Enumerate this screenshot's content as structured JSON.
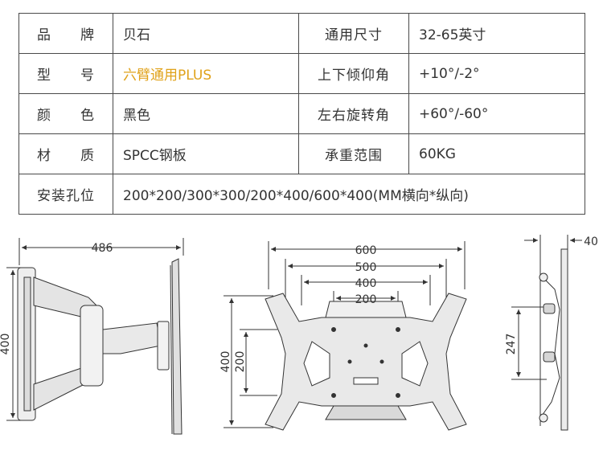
{
  "specs": [
    {
      "label": "品 牌",
      "value": "贝石",
      "label2": "通用尺寸",
      "value2": "32-65英寸"
    },
    {
      "label": "型 号",
      "value": "六臂通用PLUS",
      "label2": "上下倾仰角",
      "value2": "+10°/-2°"
    },
    {
      "label": "颜 色",
      "value": "黑色",
      "label2": "左右旋转角",
      "value2": "+60°/-60°"
    },
    {
      "label": "材 质",
      "value": "SPCC钢板",
      "label2": "承重范围",
      "value2": "60KG"
    },
    {
      "label": "安装孔位",
      "value": "200*200/300*300/200*400/600*400(MM横向*纵向)"
    }
  ],
  "dimensions": {
    "side_width": "486",
    "side_height": "400",
    "front_600": "600",
    "front_500": "500",
    "front_400": "400",
    "front_200": "200",
    "front_v400": "400",
    "front_v200": "200",
    "profile_depth": "40",
    "profile_height": "247"
  },
  "colors": {
    "accent": "#e0a21a",
    "line": "#4a4a4a"
  }
}
